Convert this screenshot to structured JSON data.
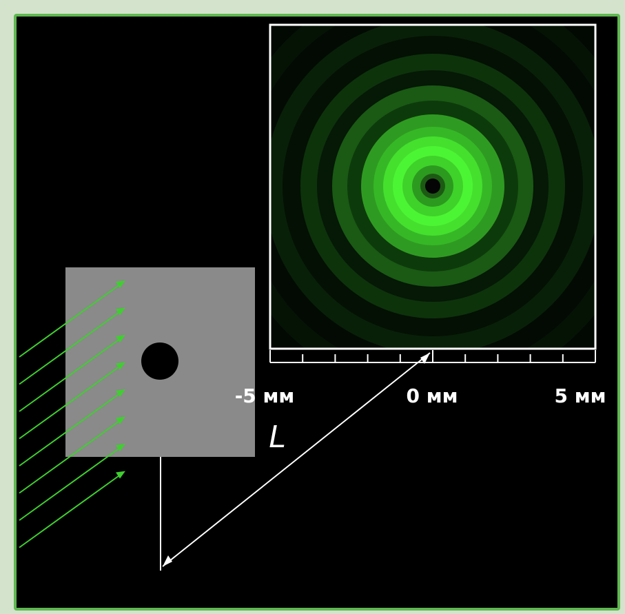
{
  "screen": {
    "tick_labels": [
      "-5 мм",
      "0 мм",
      "5 мм"
    ],
    "distance_label": "L"
  },
  "colors": {
    "background": "#000000",
    "frame": "#5fb850",
    "screen_border": "#ffffff",
    "obstacle_plate": "#8a8a8a",
    "light_arrow": "#3fcf2f",
    "pattern_green": "#44ff22"
  },
  "icons": [
    "light-arrow-icon",
    "disc-obstacle",
    "diffraction-pattern"
  ]
}
